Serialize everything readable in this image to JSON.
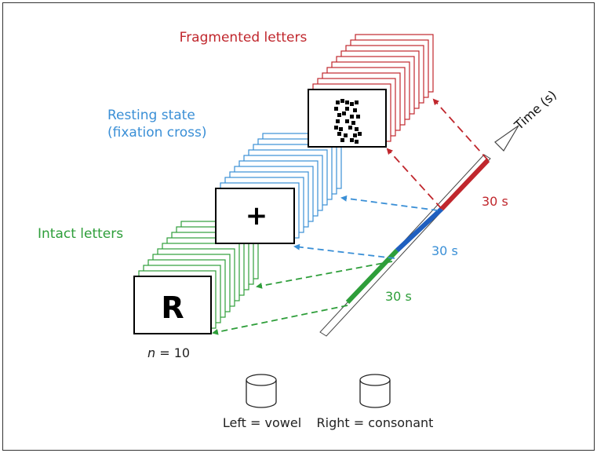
{
  "labels": {
    "fragmented": "Fragmented letters",
    "resting_line1": "Resting state",
    "resting_line2": "(fixation cross)",
    "intact": "Intact letters",
    "time_axis": "Time (s)",
    "duration_fragmented": "30 s",
    "duration_resting": "30 s",
    "duration_intact": "30 s",
    "n_var": "n",
    "n_rest": " = 10",
    "left_response": "Left = vowel",
    "right_response": "Right = consonant",
    "intact_stimulus": "R",
    "rest_stimulus": "+"
  },
  "colors": {
    "fragmented": "#c0272d",
    "resting": "#3a8fd6",
    "intact": "#2e9e3a",
    "frame": "#000000",
    "text": "#222222"
  },
  "icons": {
    "response_button": "cylinder-button-icon",
    "time_arrow": "arrow-icon",
    "fragmented_stimulus": "fragmented-letter-pattern"
  }
}
